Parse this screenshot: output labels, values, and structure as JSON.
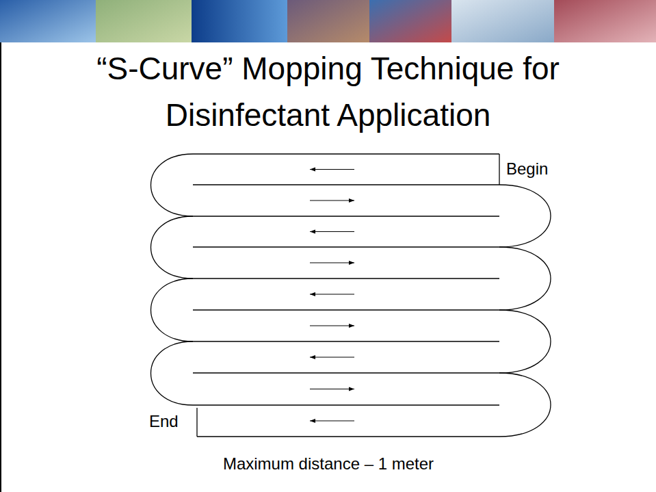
{
  "diagram": {
    "title": "“S-Curve” Mopping Technique for Disinfectant Application",
    "labels": [
      "Begin",
      "End",
      "Maximum distance – 1 meter"
    ]
  }
}
